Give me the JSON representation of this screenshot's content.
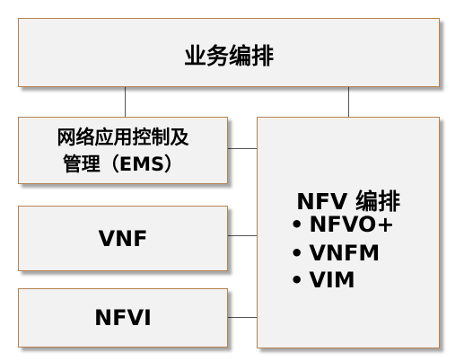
{
  "diagram": {
    "top": {
      "label": "业务编排"
    },
    "ems": {
      "line1": "网络应用控制及",
      "line2": "管理（EMS）"
    },
    "vnf": {
      "label": "VNF"
    },
    "nfvi": {
      "label": "NFVI"
    },
    "nfv": {
      "title": "NFV 编排",
      "bullet_symbol": "•",
      "items": [
        "NFVO+",
        "VNFM",
        "VIM"
      ]
    }
  }
}
